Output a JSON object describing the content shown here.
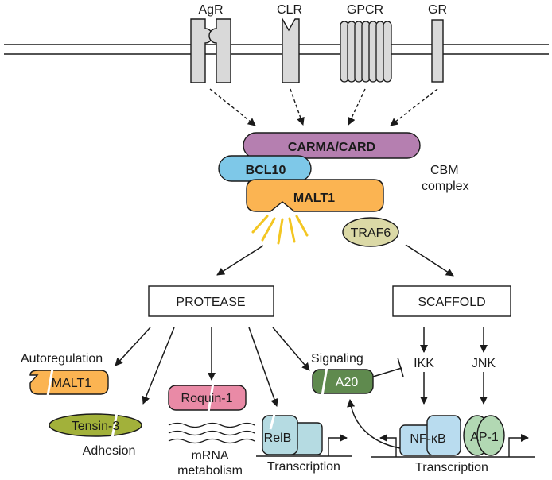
{
  "receptors": {
    "agr": "AgR",
    "clr": "CLR",
    "gpcr": "GPCR",
    "gr": "GR"
  },
  "cbm": {
    "carma": "CARMA/CARD",
    "bcl10": "BCL10",
    "malt1": "MALT1",
    "traf6": "TRAF6",
    "complex_line1": "CBM",
    "complex_line2": "complex"
  },
  "modes": {
    "protease": "PROTEASE",
    "scaffold": "SCAFFOLD"
  },
  "substrates": {
    "autoregulation_label": "Autoregulation",
    "malt1_substrate": "MALT1",
    "tensin": "Tensin-3",
    "adhesion": "Adhesion",
    "roquin": "Roquin-1",
    "mrna_line1": "mRNA",
    "mrna_line2": "metabolism",
    "relb": "RelB",
    "transcription_left": "Transcription",
    "signaling_label": "Signaling",
    "a20": "A20"
  },
  "scaffold_branch": {
    "ikk": "IKK",
    "jnk": "JNK",
    "nfkb": "NF-κB",
    "ap1": "AP-1",
    "transcription_right": "Transcription"
  },
  "colors": {
    "carma": "#b57fb0",
    "bcl10": "#7ec8e8",
    "malt1": "#fbb452",
    "traf6": "#dbd9a6",
    "receptor": "#d9d9d9",
    "tensin": "#a2b13a",
    "roquin": "#e98aa6",
    "relb": "#b5dbe2",
    "a20": "#5f8a4e",
    "nfkb": "#b9dcef",
    "ap1": "#b2d8b3",
    "cleavage": "#f3c623"
  }
}
